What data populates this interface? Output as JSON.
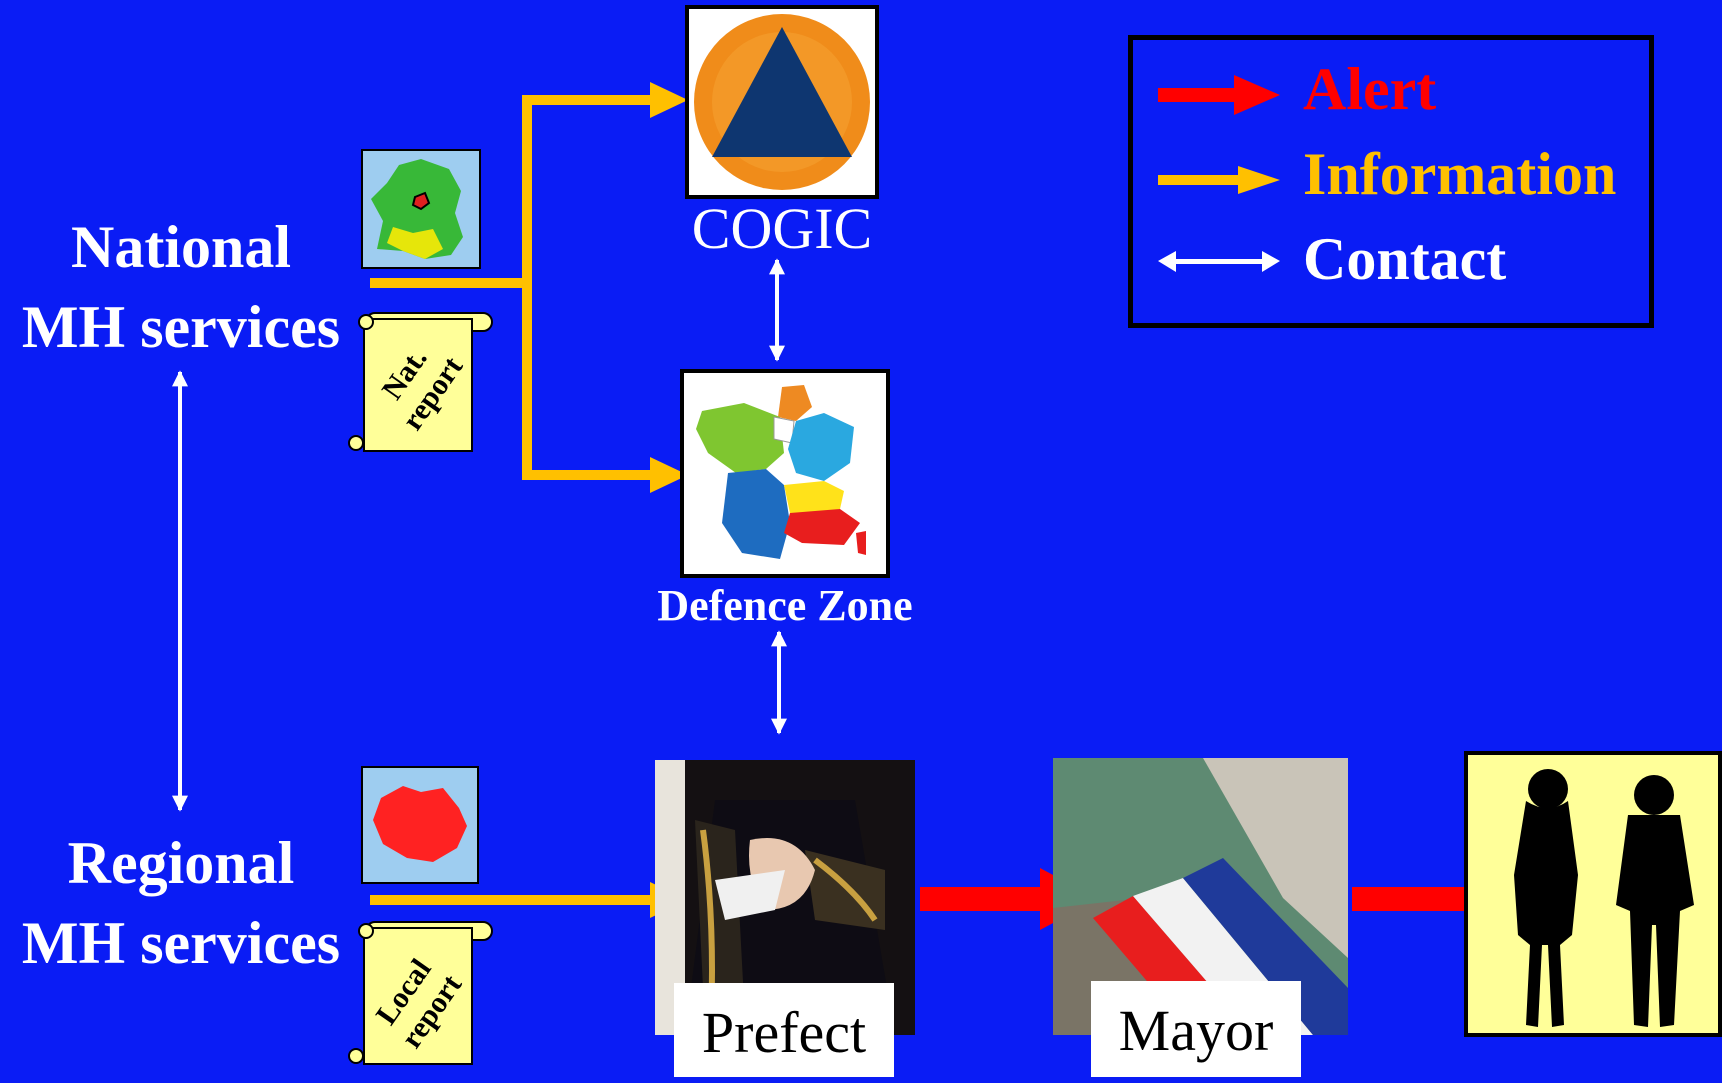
{
  "nodes": {
    "national": "National\nMH services",
    "regional": "Regional\nMH services",
    "cogic": "COGIC",
    "defence_zone": "Defence Zone",
    "prefect": "Prefect",
    "mayor": "Mayor",
    "nat_report": "Nat.\nreport",
    "local_report": "Local\nreport"
  },
  "legend": {
    "alert": "Alert",
    "information": "Information",
    "contact": "Contact"
  },
  "colors": {
    "background": "#0a1cf5",
    "alert": "#ff0000",
    "information": "#ffc000",
    "contact": "#ffffff",
    "scroll": "#ffff99"
  }
}
